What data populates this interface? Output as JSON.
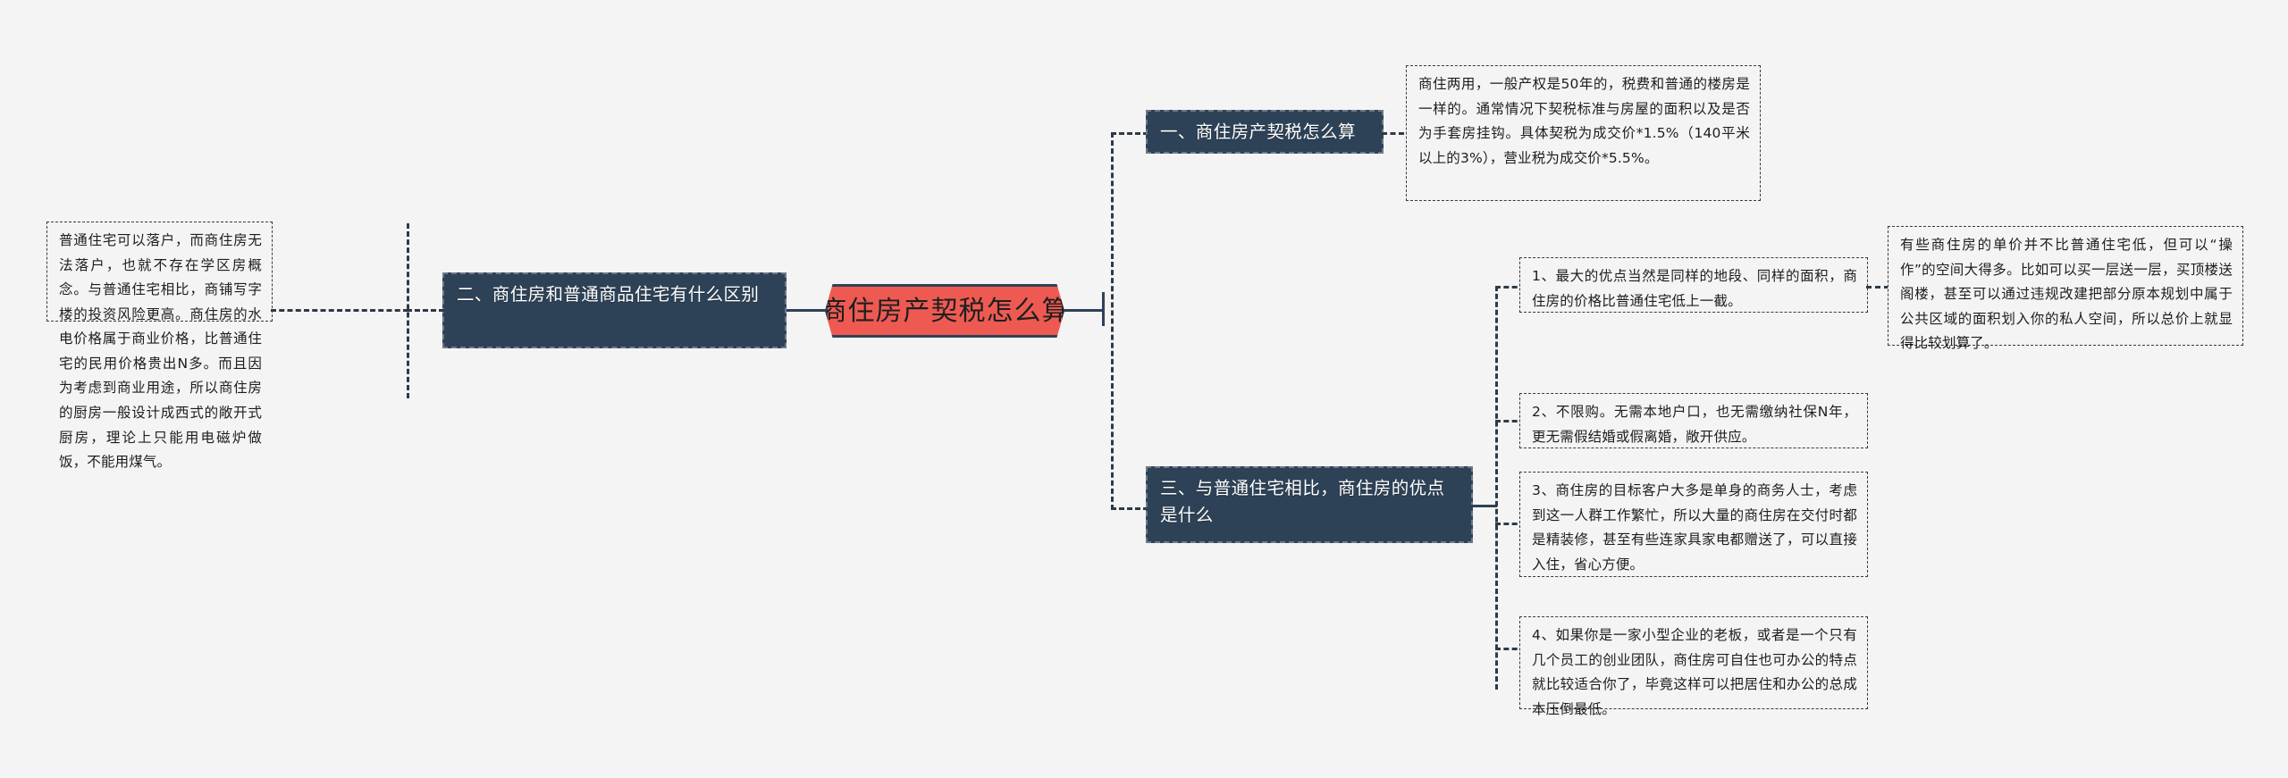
{
  "document": {
    "title": "商住房产契税怎么算",
    "background_color": "#f4f4f4",
    "accent_color": "#ee5a52",
    "node_color": "#2e4257"
  },
  "center": {
    "label": "商住房产契税怎么算"
  },
  "branches": [
    {
      "id": "branch-one",
      "label": "一、商住房产契税怎么算",
      "details": [
        {
          "id": "detail-one-1",
          "text": "商住两用，一般产权是50年的，税费和普通的楼房是一样的。通常情况下契税标准与房屋的面积以及是否为手套房挂钩。具体契税为成交价*1.5%（140平米以上的3%），营业税为成交价*5.5%。"
        }
      ]
    },
    {
      "id": "branch-two",
      "label": "二、商住房和普通商品住宅有什么区别",
      "details": [
        {
          "id": "detail-two-1",
          "text": "普通住宅可以落户，而商住房无法落户，也就不存在学区房概念。与普通住宅相比，商铺写字楼的投资风险更高。商住房的水电价格属于商业价格，比普通住宅的民用价格贵出N多。而且因为考虑到商业用途，所以商住房的厨房一般设计成西式的敞开式厨房，理论上只能用电磁炉做饭，不能用煤气。"
        }
      ]
    },
    {
      "id": "branch-three",
      "label": "三、与普通住宅相比，商住房的优点是什么",
      "details": [
        {
          "id": "detail-three-1",
          "text": "1、最大的优点当然是同样的地段、同样的面积，商住房的价格比普通住宅低上一截。",
          "sub": {
            "id": "detail-three-1-sub",
            "text": "有些商住房的单价并不比普通住宅低，但可以“操作”的空间大得多。比如可以买一层送一层，买顶楼送阁楼，甚至可以通过违规改建把部分原本规划中属于公共区域的面积划入你的私人空间，所以总价上就显得比较划算了。"
          }
        },
        {
          "id": "detail-three-2",
          "text": "2、不限购。无需本地户口，也无需缴纳社保N年，更无需假结婚或假离婚，敞开供应。"
        },
        {
          "id": "detail-three-3",
          "text": "3、商住房的目标客户大多是单身的商务人士，考虑到这一人群工作繁忙，所以大量的商住房在交付时都是精装修，甚至有些连家具家电都赠送了，可以直接入住，省心方便。"
        },
        {
          "id": "detail-three-4",
          "text": "4、如果你是一家小型企业的老板，或者是一个只有几个员工的创业团队，商住房可自住也可办公的特点就比较适合你了，毕竟这样可以把居住和办公的总成本压倒最低。"
        }
      ]
    }
  ]
}
